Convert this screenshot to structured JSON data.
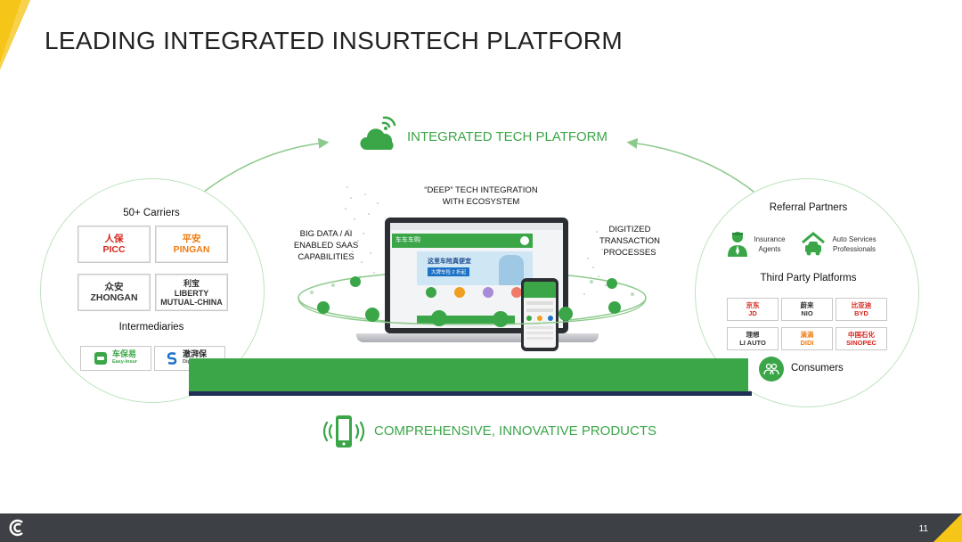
{
  "title": "LEADING INTEGRATED INSURTECH PLATFORM",
  "platform": {
    "label": "INTEGRATED TECH PLATFORM",
    "icon": "cloud-icon"
  },
  "products": {
    "label": "COMPREHENSIVE, INNOVATIVE PRODUCTS",
    "icon": "mobile-icon"
  },
  "captions": {
    "deep_line1": "“DEEP” TECH INTEGRATION",
    "deep_line2": "WITH ECOSYSTEM",
    "bigdata_line1": "BIG DATA / AI",
    "bigdata_line2": "ENABLED SAAS",
    "bigdata_line3": "CAPABILITIES",
    "digitized_line1": "DIGITIZED",
    "digitized_line2": "TRANSACTION",
    "digitized_line3": "PROCESSES"
  },
  "left": {
    "carriers_title": "50+ Carriers",
    "carriers": [
      {
        "cn": "人保",
        "en": "PICC"
      },
      {
        "cn": "平安",
        "en": "PINGAN"
      },
      {
        "cn": "众安",
        "en": "ZHONGAN"
      },
      {
        "cn": "利宝",
        "en": "LIBERTY",
        "en2": "MUTUAL-CHINA"
      }
    ],
    "intermediaries_title": "Intermediaries",
    "intermediaries": [
      {
        "cn": "车保易",
        "en": "Easy-Insur"
      },
      {
        "cn": "澈湃保",
        "en": "Digital Surge"
      }
    ]
  },
  "right": {
    "referral_title": "Referral Partners",
    "referral": [
      {
        "line1": "Insurance",
        "line2": "Agents",
        "icon": "agent-icon"
      },
      {
        "line1": "Auto Services",
        "line2": "Professionals",
        "icon": "car-service-icon"
      }
    ],
    "third_party_title": "Third Party Platforms",
    "platforms": [
      {
        "cn": "京东",
        "en": "JD"
      },
      {
        "cn": "蔚来",
        "en": "NIO"
      },
      {
        "cn": "比亚迪",
        "en": "BYD"
      },
      {
        "cn": "理想",
        "en": "LI AUTO"
      },
      {
        "cn": "滴滴",
        "en": "DIDI"
      },
      {
        "cn": "中国石化",
        "en": "SINOPEC"
      }
    ],
    "consumers_label": "Consumers"
  },
  "app_screen": {
    "app_name": "车车车购",
    "banner": "这里车险真便宜",
    "banner_sub": "大牌车险 2 折起"
  },
  "page_number": "11",
  "colors": {
    "accent_green": "#3aa648",
    "navy": "#1f2f55",
    "footer": "#3d4045",
    "corner_yellow": "#f5c518"
  }
}
